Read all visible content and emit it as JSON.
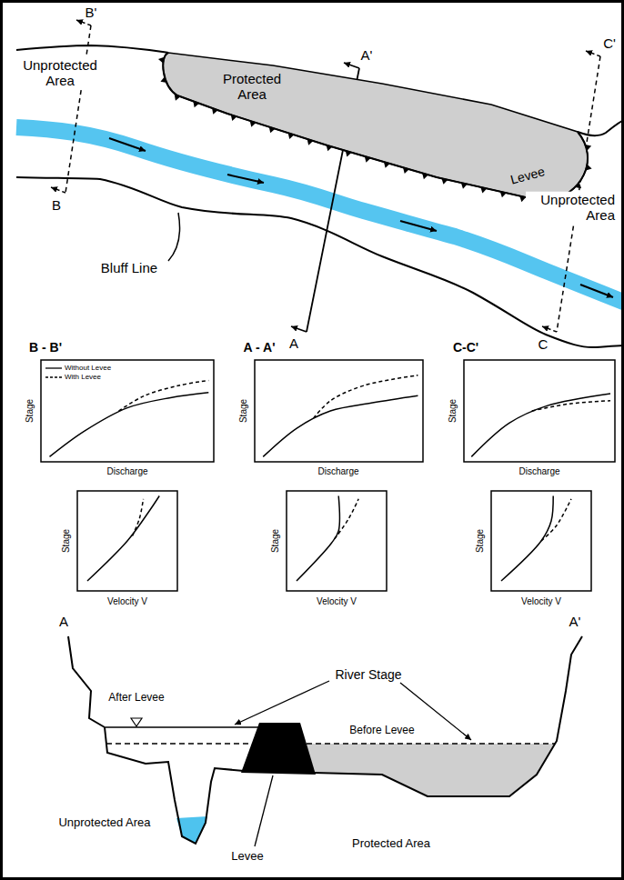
{
  "diagram": {
    "nodes": [
      {
        "text": [
          "Protected Area",
          "Levee"
        ]
      }
    ],
    "labels": [
      "B'",
      "Unprotected Area",
      "A'",
      "C'",
      "Unprotected Area",
      "B",
      "Bluff Line",
      "A",
      "C",
      "B - B'",
      "A - A'",
      "C-C'",
      "Stage",
      "Discharge",
      "Stage",
      "Discharge",
      "Stage",
      "Discharge",
      "Stage",
      "Velocity V",
      "Stage",
      "Velocity V",
      "Stage",
      "Velocity V",
      "A",
      "A'",
      "River Stage",
      "After Levee",
      "Before Levee",
      "Unprotected Area",
      "Levee",
      "Protected Area"
    ],
    "legend": [
      {
        "text": "Without Levee"
      },
      {
        "text": "With Levee"
      }
    ]
  }
}
